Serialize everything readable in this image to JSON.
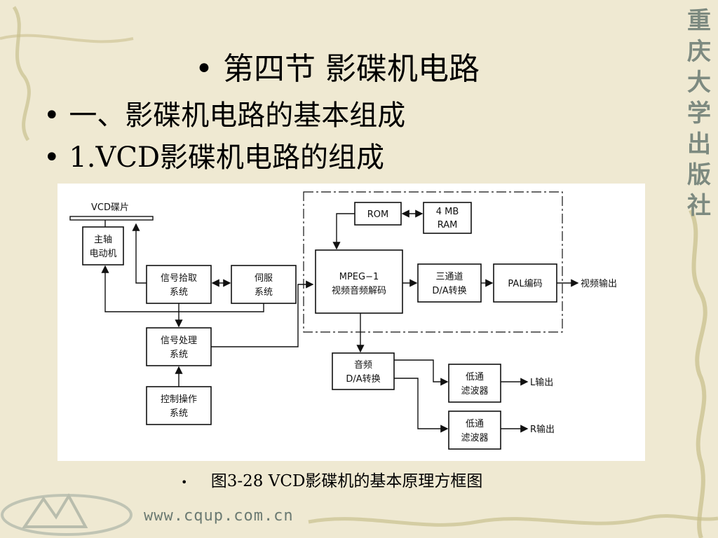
{
  "slide": {
    "bullet": "•",
    "title": "第四节  影碟机电路",
    "line1": "一、影碟机电路的基本组成",
    "line2": "1.VCD影碟机电路的组成",
    "caption": "图3-28  VCD影碟机的基本原理方框图"
  },
  "diagram": {
    "disc_label": "VCD碟片",
    "spindle_motor": [
      "主轴",
      "电动机"
    ],
    "pickup": [
      "信号拾取",
      "系统"
    ],
    "servo": [
      "伺服",
      "系统"
    ],
    "signal_proc": [
      "信号处理",
      "系统"
    ],
    "control": [
      "控制操作",
      "系统"
    ],
    "rom": "ROM",
    "ram": [
      "4 MB",
      "RAM"
    ],
    "mpeg": [
      "MPEG−1",
      "视频音频解码"
    ],
    "tri_dac": [
      "三通道",
      "D/A转换"
    ],
    "pal": "PAL编码",
    "video_out": "视频输出",
    "audio_dac": [
      "音频",
      "D/A转换"
    ],
    "lpf_l": [
      "低通",
      "滤波器"
    ],
    "lpf_r": [
      "低通",
      "滤波器"
    ],
    "l_out": "L输出",
    "r_out": "R输出"
  },
  "branding": {
    "watermark": "www.cqup.com.cn",
    "side_text": [
      "重",
      "庆",
      "大",
      "学",
      "出",
      "版",
      "社"
    ]
  }
}
